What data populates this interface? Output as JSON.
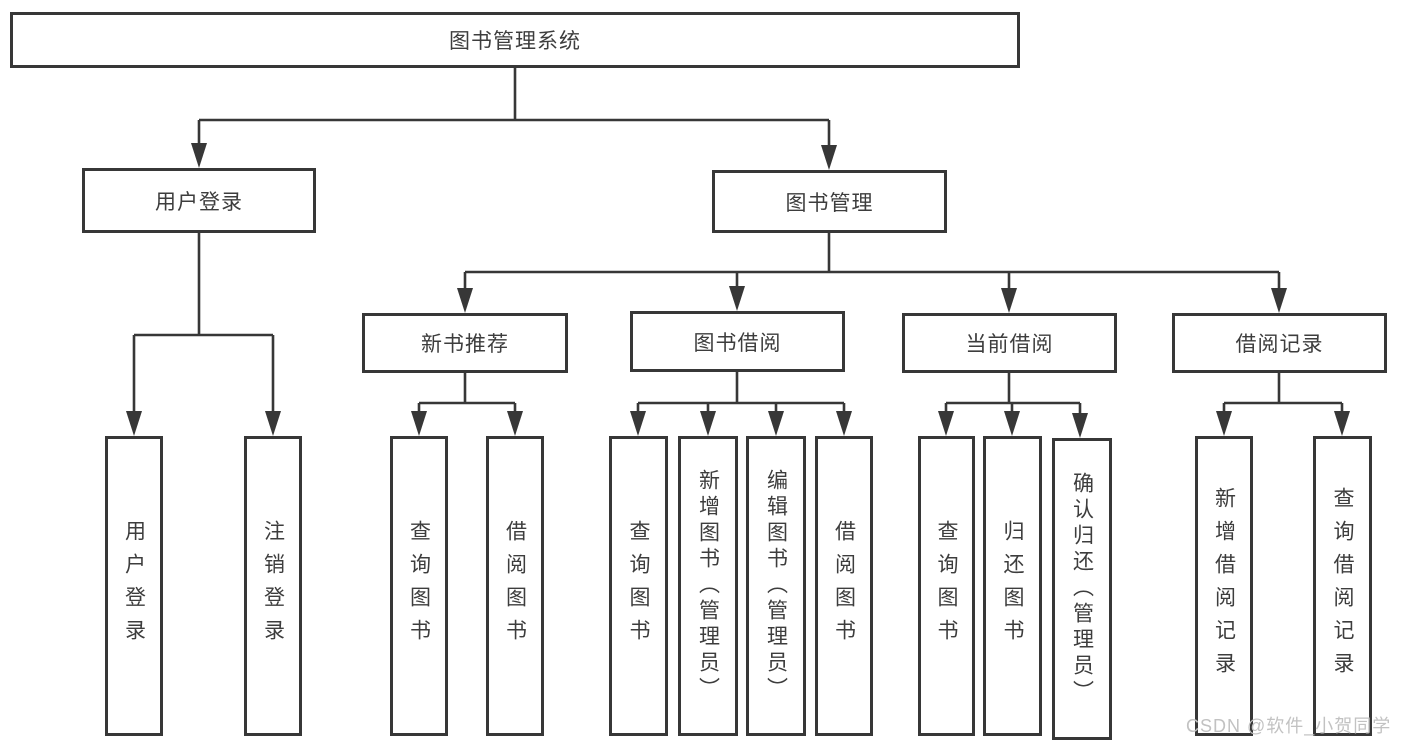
{
  "tree": {
    "root": "图书管理系统",
    "login_branch": {
      "label": "用户登录",
      "children": [
        "用户登录",
        "注销登录"
      ]
    },
    "management_branch": {
      "label": "图书管理",
      "sections": [
        {
          "label": "新书推荐",
          "children": [
            "查询图书",
            "借阅图书"
          ]
        },
        {
          "label": "图书借阅",
          "children": [
            "查询图书",
            "新增图书（管理员）",
            "编辑图书（管理员）",
            "借阅图书"
          ]
        },
        {
          "label": "当前借阅",
          "children": [
            "查询图书",
            "归还图书",
            "确认归还（管理员）"
          ]
        },
        {
          "label": "借阅记录",
          "children": [
            "新增借阅记录",
            "查询借阅记录"
          ]
        }
      ]
    }
  },
  "watermark": "CSDN @软件_小贺同学",
  "colors": {
    "line": "#373737",
    "text": "#3d3d3d",
    "watermark": "#c2c2c2"
  }
}
